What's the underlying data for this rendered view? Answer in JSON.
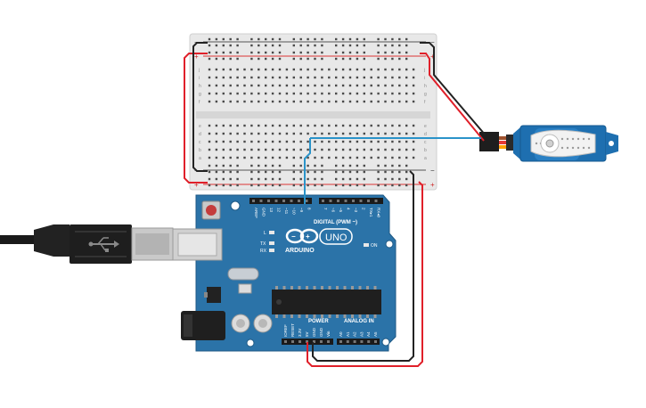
{
  "breadboard": {
    "rail_minus": "−",
    "rail_plus": "+",
    "row_letters_top": [
      "j",
      "i",
      "h",
      "g",
      "f"
    ],
    "row_letters_bottom": [
      "e",
      "d",
      "c",
      "b",
      "a"
    ]
  },
  "arduino": {
    "brand_logo_text": "ARDUINO",
    "model_badge": "UNO",
    "digital_header_label": "DIGITAL (PWM ~)",
    "power_label": "POWER",
    "analog_label": "ANALOG IN",
    "on_led_label": "ON",
    "l_led_label": "L",
    "tx_label": "TX",
    "rx_label": "RX",
    "digital_pins": [
      "AREF",
      "GND",
      "13",
      "12",
      "~11",
      "~10",
      "~9",
      "8",
      "7",
      "~6",
      "~5",
      "4",
      "~3",
      "2",
      "TX▸1",
      "RX◂0"
    ],
    "power_pins": [
      "IOREF",
      "RESET",
      "3.3V",
      "5V",
      "GND",
      "GND",
      "Vin"
    ],
    "analog_pins": [
      "A0",
      "A1",
      "A2",
      "A3",
      "A4",
      "A5"
    ]
  },
  "colors": {
    "breadboard": "#e7e7e7",
    "board_blue": "#2b73a8",
    "servo_blue": "#1e6fb0",
    "wire_red": "#e0202a",
    "wire_black": "#222222",
    "wire_signal": "#2a93c9"
  }
}
